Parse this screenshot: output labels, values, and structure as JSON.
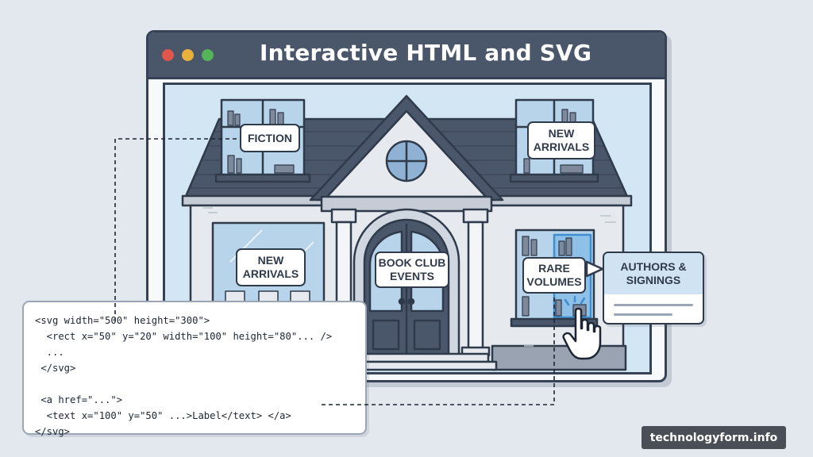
{
  "window": {
    "title": "Interactive HTML and SVG"
  },
  "labels": {
    "fiction": "FICTION",
    "new_arrivals_top": "NEW\nARRIVALS",
    "new_arrivals_window": "NEW\nARRIVALS",
    "book_club": "BOOK CLUB\nEVENTS",
    "rare_volumes": "RARE\nVOLUMES",
    "authors_signings": "AUTHORS &\nSIGNINGS"
  },
  "code": {
    "lines": [
      "<svg width=\"500\" height=\"300\">",
      "  <rect x=\"50\" y=\"20\" width=\"100\" height=\"80\"... />",
      "  ...",
      " </svg>",
      "",
      " <a href=\"...\">",
      "  <text x=\"100\" y=\"50\" ...>Label</text> </a>",
      "</svg>"
    ]
  },
  "footer": {
    "site": "technologyform.info"
  },
  "colors": {
    "outline": "#2f3a4b",
    "roof": "#4a566a",
    "wall": "#e6eaef",
    "glass": "#b7d4ea",
    "background": "#e3e8ef"
  }
}
